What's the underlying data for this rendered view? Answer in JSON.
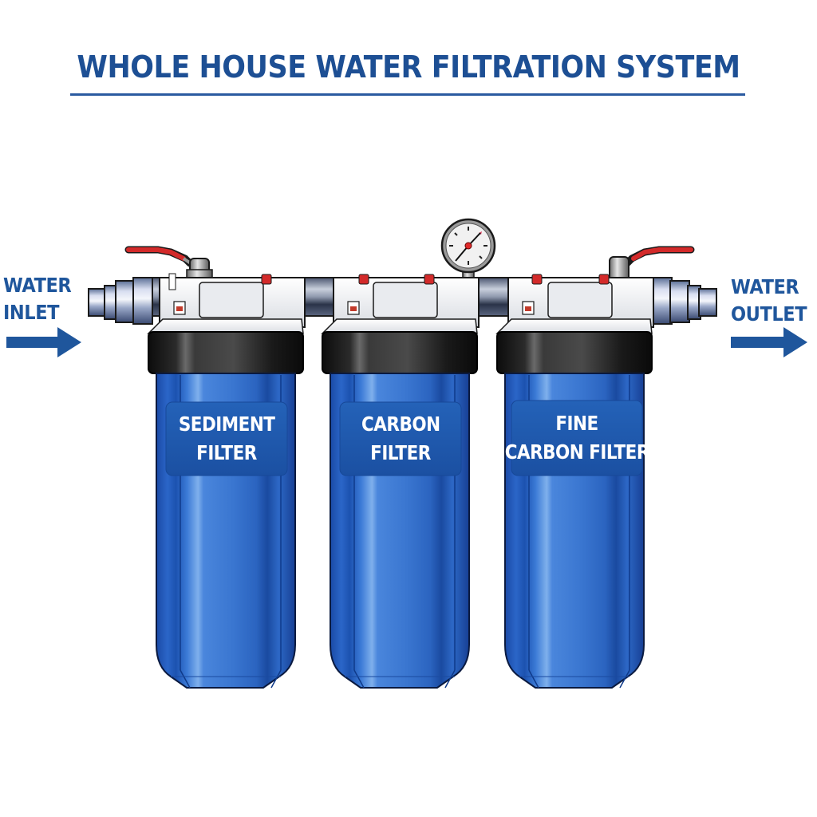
{
  "title": "WHOLE HOUSE WATER FILTRATION SYSTEM",
  "inlet": {
    "line1": "WATER",
    "line2": "INLET",
    "arrow": "right-arrow-icon"
  },
  "outlet": {
    "line1": "WATER",
    "line2": "OUTLET",
    "arrow": "right-arrow-icon"
  },
  "gauge": {
    "icon": "pressure-gauge-icon"
  },
  "filters": [
    {
      "line1": "SEDIMENT",
      "line2": "FILTER"
    },
    {
      "line1": "CARBON",
      "line2": "FILTER"
    },
    {
      "line1": "FINE",
      "line2": "CARBON FILTER"
    }
  ],
  "colors": {
    "title": "#1d4f94",
    "housing_blue": "#2e6fcc",
    "housing_dark": "#1a4fa8",
    "label_panel": "#1f5bb0",
    "cap_ring": "#1c1c1c",
    "valve_handle": "#d32a2a"
  }
}
